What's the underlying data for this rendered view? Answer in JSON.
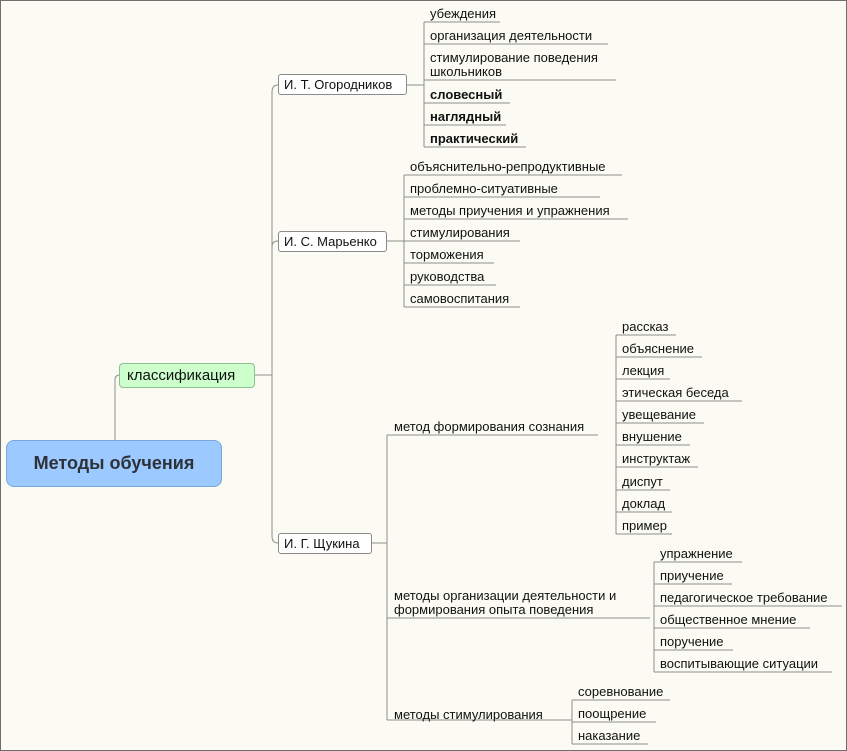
{
  "root": {
    "label": "Методы обучения"
  },
  "classification": {
    "label": "классификация"
  },
  "authors": [
    {
      "name": "И. Т. Огородников",
      "items": [
        {
          "text": "убеждения",
          "bold": false
        },
        {
          "text": "организация деятельности",
          "bold": false
        },
        {
          "text": "стимулирование поведения",
          "text2": "школьников",
          "bold": false
        },
        {
          "text": "словесный",
          "bold": true
        },
        {
          "text": "наглядный",
          "bold": true
        },
        {
          "text": "практический",
          "bold": true
        }
      ]
    },
    {
      "name": "И. С. Марьенко",
      "items": [
        {
          "text": "объяснительно-репродуктивные"
        },
        {
          "text": "проблемно-ситуативные"
        },
        {
          "text": "методы приучения и упражнения"
        },
        {
          "text": "стимулирования"
        },
        {
          "text": "торможения"
        },
        {
          "text": "руководства"
        },
        {
          "text": "самовоспитания"
        }
      ]
    },
    {
      "name": "И. Г. Щукина",
      "groups": [
        {
          "label": "метод формирования сознания",
          "items": [
            "рассказ",
            "объяснение",
            "лекция",
            "этическая беседа",
            "увещевание",
            "внушение",
            "инструктаж",
            "диспут",
            "доклад",
            "пример"
          ]
        },
        {
          "label": "методы организации деятельности и",
          "label2": "формирования опыта поведения",
          "items": [
            "упражнение",
            "приучение",
            "педагогическое требование",
            "общественное мнение",
            "поручение",
            "воспитывающие ситуации"
          ]
        },
        {
          "label": "методы стимулирования",
          "items": [
            "соревнование",
            "поощрение",
            "наказание"
          ]
        }
      ]
    }
  ]
}
